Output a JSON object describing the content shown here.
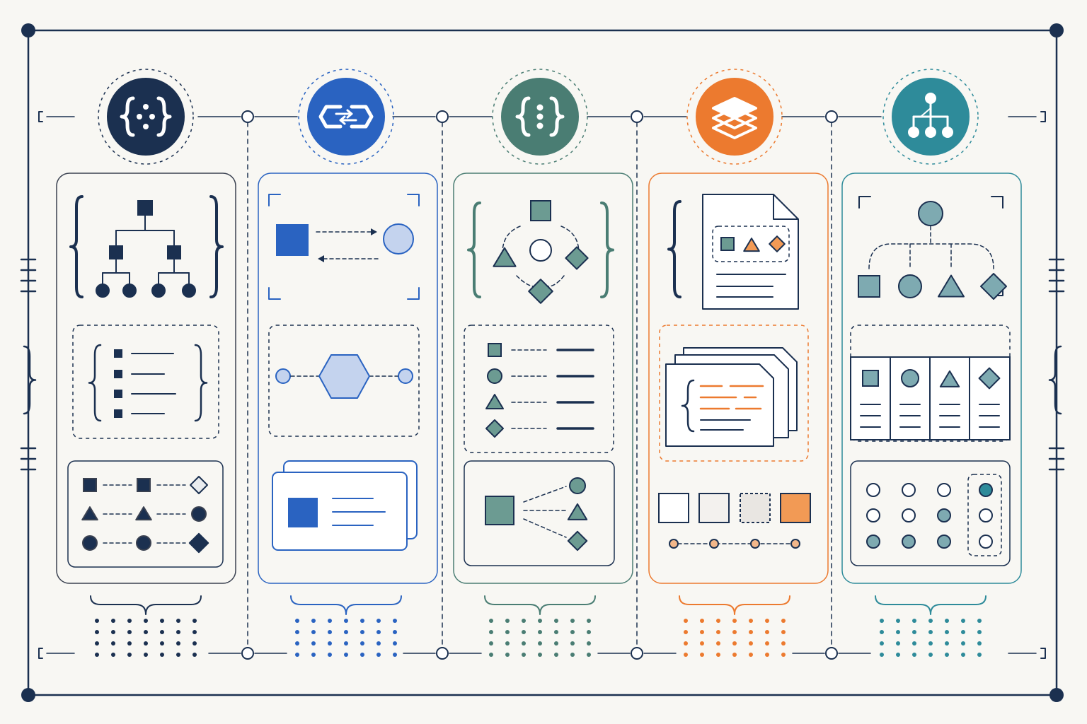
{
  "colors": {
    "background": "#f8f7f3",
    "navy": "#1b3050",
    "blue": "#2a63c1",
    "teal_green": "#4a7d73",
    "orange": "#ec7a2f",
    "cyan": "#2e8b9a",
    "neutral_line": "#3a4150",
    "light_blue": "#c4d3ee",
    "light_teal": "#6c9b92",
    "light_orange": "#f29a55",
    "light_cyan": "#7eaab1"
  },
  "columns": [
    {
      "key": "navy",
      "color": "#1b3050",
      "badge_icon": "curly-braces-dots-icon",
      "panels": [
        "braced-tree-hierarchy",
        "braced-bullet-list",
        "shape-connection-grid"
      ]
    },
    {
      "key": "blue",
      "color": "#2a63c1",
      "badge_icon": "link-exchange-icon",
      "panels": [
        "bidirectional-arrows",
        "hexagon-node-link",
        "stacked-cards"
      ]
    },
    {
      "key": "teal",
      "color": "#4a7d73",
      "badge_icon": "curly-braces-vertical-dots-icon",
      "panels": [
        "braced-shape-ring",
        "shape-legend-list",
        "shape-fan-out"
      ]
    },
    {
      "key": "orange",
      "color": "#ec7a2f",
      "badge_icon": "layers-stack-icon",
      "panels": [
        "braced-document",
        "stacked-code-documents",
        "swatch-timeline"
      ]
    },
    {
      "key": "cyan",
      "color": "#2e8b9a",
      "badge_icon": "network-tree-icon",
      "panels": [
        "dashed-tree-shapes",
        "shape-column-table",
        "dot-matrix-selection"
      ]
    }
  ]
}
